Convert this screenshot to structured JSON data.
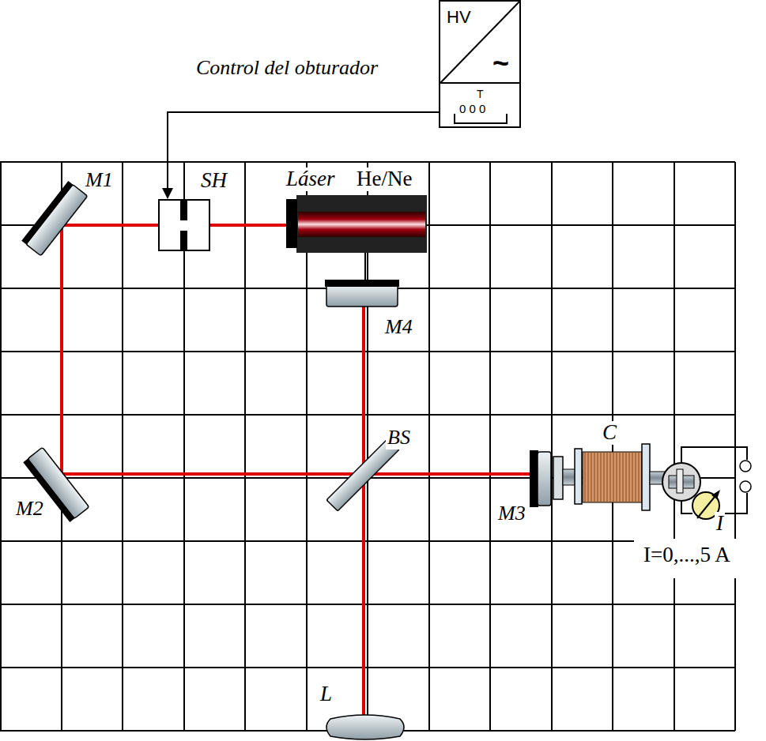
{
  "diagram": {
    "nodes": [
      {
        "text": [
          "HV",
          "~",
          "T",
          "0 0 0"
        ]
      },
      {
        "text": [
          "SH"
        ]
      }
    ],
    "edges": [
      {
        "from": 0,
        "to": 1,
        "arrow": "to"
      }
    ],
    "labels": [
      "Control del obturador",
      "M1",
      "Láser",
      "He/Ne",
      "M4",
      "BS",
      "C",
      "M2",
      "M3",
      "I",
      "I=0,...,5 A",
      "L"
    ]
  }
}
